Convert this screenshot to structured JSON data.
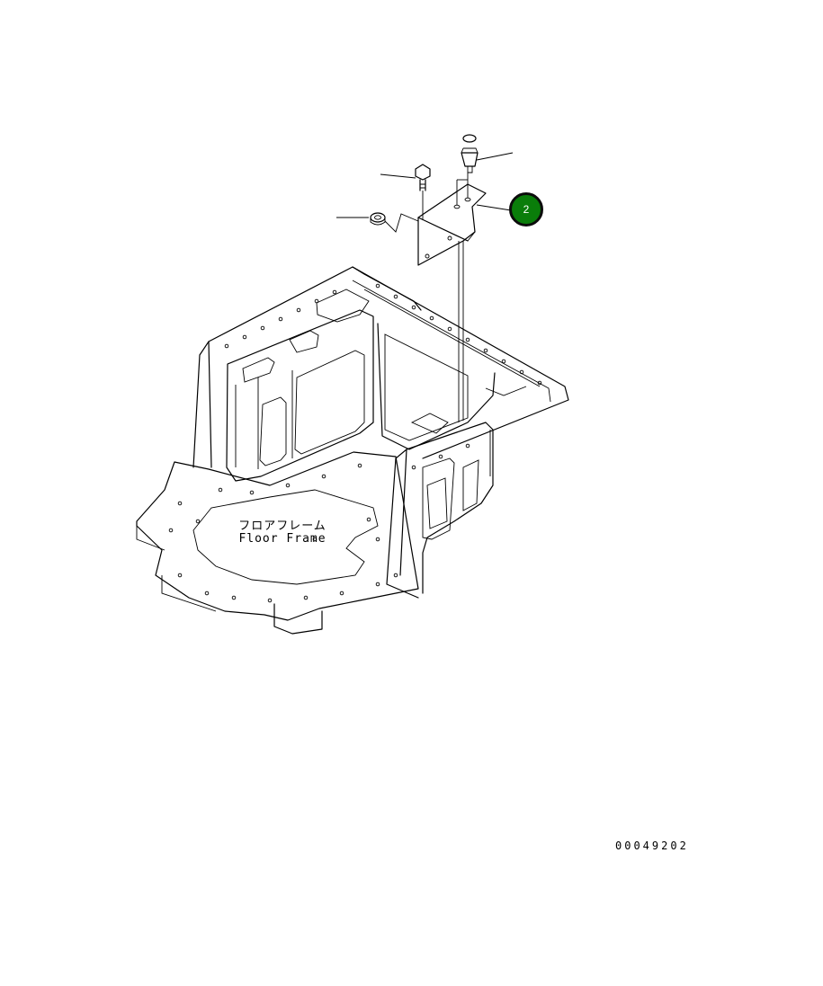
{
  "frame_label": {
    "japanese": "フロアフレーム",
    "english": "Floor Frame"
  },
  "callout": {
    "number": "2",
    "color": "#0a7d0a"
  },
  "drawing_number": "00049202",
  "parts_shown": [
    "plug-icon",
    "bolt-icon",
    "nut-icon",
    "bracket-plate-icon",
    "floor-frame-icon"
  ]
}
